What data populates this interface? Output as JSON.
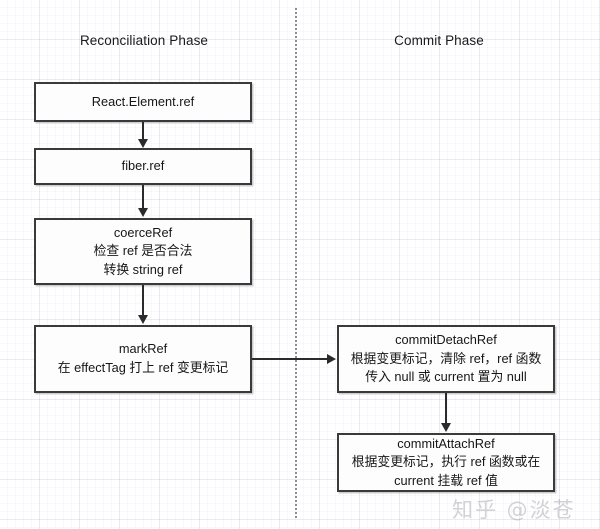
{
  "diagram": {
    "phases": [
      {
        "id": "reconciliation",
        "label": "Reconciliation Phase"
      },
      {
        "id": "commit",
        "label": "Commit Phase"
      }
    ],
    "nodes": [
      {
        "id": "react-element-ref",
        "lines": [
          "React.Element.ref"
        ]
      },
      {
        "id": "fiber-ref",
        "lines": [
          "fiber.ref"
        ]
      },
      {
        "id": "coerce-ref",
        "lines": [
          "coerceRef",
          "检查 ref 是否合法",
          "转换 string ref"
        ]
      },
      {
        "id": "mark-ref",
        "lines": [
          "markRef",
          "在 effectTag 打上 ref 变更标记"
        ]
      },
      {
        "id": "commit-detach-ref",
        "lines": [
          "commitDetachRef",
          "根据变更标记，清除 ref，ref 函数",
          "传入 null 或 current 置为 null"
        ]
      },
      {
        "id": "commit-attach-ref",
        "lines": [
          "commitAttachRef",
          "根据变更标记，执行 ref 函数或在",
          "current 挂载 ref 值"
        ]
      }
    ],
    "edges": [
      {
        "id": "react-element-ref-to-fiber-ref",
        "from": "react-element-ref",
        "to": "fiber-ref",
        "direction": "down"
      },
      {
        "id": "fiber-ref-to-coerce-ref",
        "from": "fiber-ref",
        "to": "coerce-ref",
        "direction": "down"
      },
      {
        "id": "coerce-ref-to-mark-ref",
        "from": "coerce-ref",
        "to": "mark-ref",
        "direction": "down"
      },
      {
        "id": "mark-ref-to-commit-detach-ref",
        "from": "mark-ref",
        "to": "commit-detach-ref",
        "direction": "right"
      },
      {
        "id": "commit-detach-ref-to-commit-attach-ref",
        "from": "commit-detach-ref",
        "to": "commit-attach-ref",
        "direction": "down"
      }
    ],
    "divider": {
      "id": "phase-divider",
      "style": "dotted"
    },
    "watermark": {
      "text": "知乎 @淡苍"
    },
    "colors": {
      "node_border": "#3a3a3a",
      "node_fill": "#fdfdfd",
      "arrow": "#2b2b2b",
      "divider": "#8e8e9a",
      "grid": "#a0a4c4",
      "text": "#161616",
      "watermark": "#969aa0"
    }
  }
}
